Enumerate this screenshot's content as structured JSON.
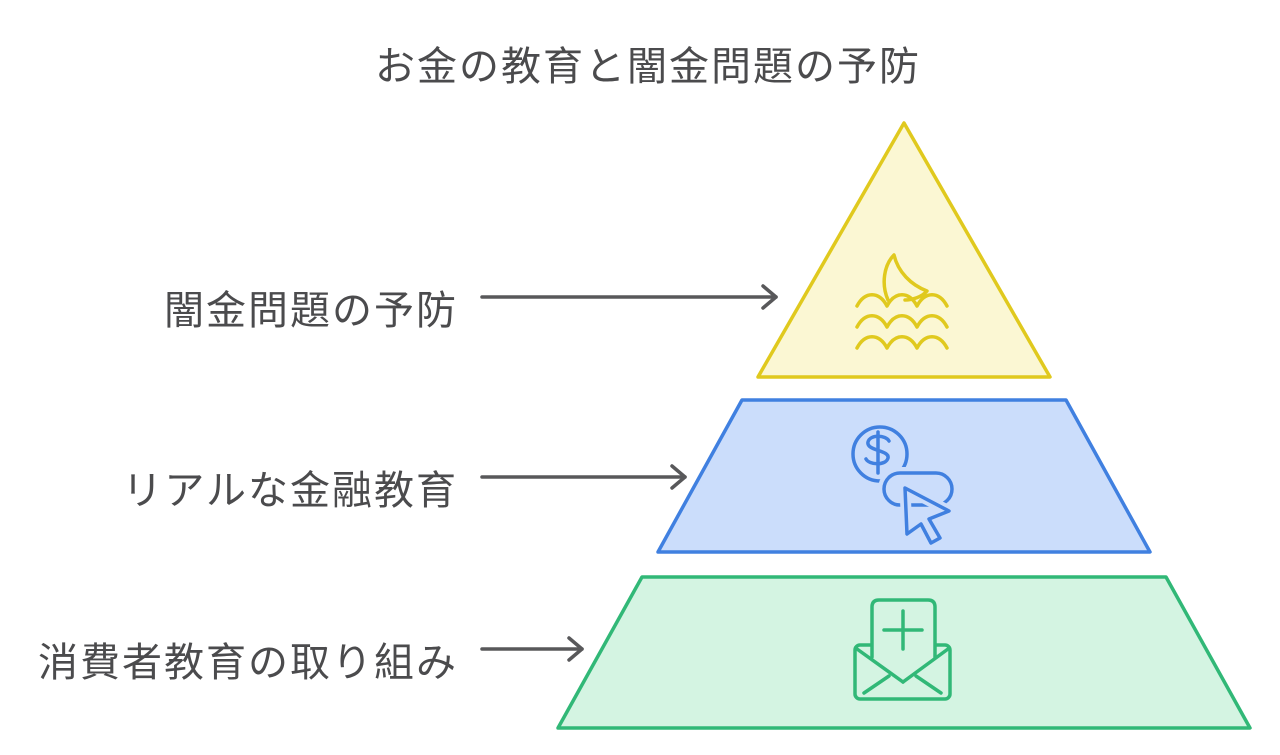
{
  "title": "お金の教育と闇金問題の予防",
  "colors": {
    "background": "#ffffff",
    "text": "#4b4b4d",
    "arrow": "#58585a"
  },
  "labels": [
    {
      "text": "闇金問題の予防"
    },
    {
      "text": "リアルな金融教育"
    },
    {
      "text": "消費者教育の取り組み"
    }
  ],
  "tiers": [
    {
      "name": "top",
      "label": "闇金問題の予防",
      "icon": "shark-fin-waves-icon",
      "fill": "#fbf7d3",
      "stroke": "#e0c91e"
    },
    {
      "name": "middle",
      "label": "リアルな金融教育",
      "icon": "pay-per-click-icon",
      "fill": "#cbddfb",
      "stroke": "#4080e0"
    },
    {
      "name": "bottom",
      "label": "消費者教育の取り組み",
      "icon": "mail-plus-icon",
      "fill": "#d4f4e2",
      "stroke": "#31b877"
    }
  ]
}
